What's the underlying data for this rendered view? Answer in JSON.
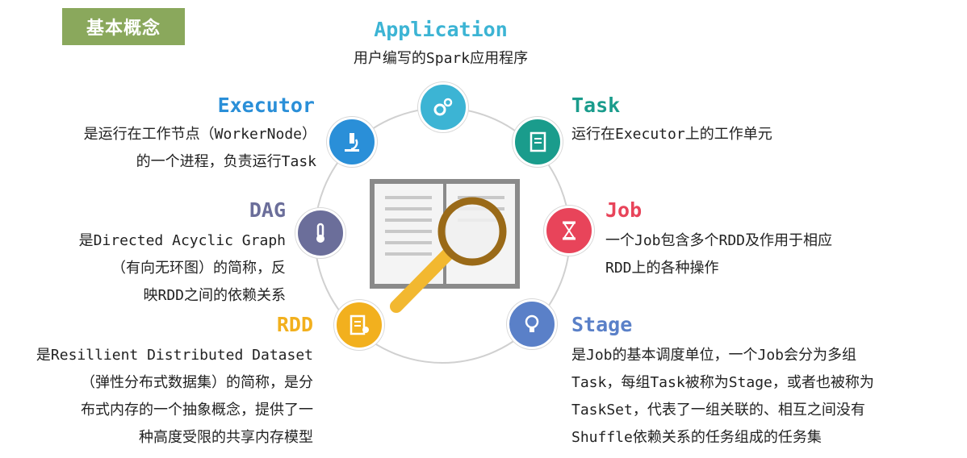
{
  "badge": "基本概念",
  "concepts": {
    "application": {
      "title": "Application",
      "color": "#3cb4d4",
      "desc": [
        "用户编写的Spark应用程序"
      ],
      "icon": "gears-icon"
    },
    "executor": {
      "title": "Executor",
      "color": "#2a8fd8",
      "desc": [
        "是运行在工作节点（WorkerNode）",
        "的一个进程，负责运行Task"
      ],
      "icon": "microscope-icon"
    },
    "dag": {
      "title": "DAG",
      "color": "#6b6e9a",
      "desc": [
        "是Directed Acyclic Graph",
        "（有向无环图）的简称，反",
        "映RDD之间的依赖关系"
      ],
      "icon": "thermometer-icon"
    },
    "rdd": {
      "title": "RDD",
      "color": "#f2b01e",
      "desc": [
        "是Resillient Distributed Dataset",
        "（弹性分布式数据集）的简称，是分",
        "布式内存的一个抽象概念，提供了一",
        "种高度受限的共享内存模型"
      ],
      "icon": "certificate-icon"
    },
    "task": {
      "title": "Task",
      "color": "#1a9c8c",
      "desc": [
        "运行在Executor上的工作单元"
      ],
      "icon": "notebook-icon"
    },
    "job": {
      "title": "Job",
      "color": "#e8445a",
      "desc": [
        "一个Job包含多个RDD及作用于相应",
        "RDD上的各种操作"
      ],
      "icon": "hourglass-icon"
    },
    "stage": {
      "title": "Stage",
      "color": "#5a80c8",
      "desc": [
        "是Job的基本调度单位，一个Job会分为多组",
        "Task，每组Task被称为Stage，或者也被称为",
        "TaskSet，代表了一组关联的、相互之间没有",
        "Shuffle依赖关系的任务组成的任务集"
      ],
      "icon": "lightbulb-icon"
    }
  },
  "center_icon": "book-magnifier-icon"
}
